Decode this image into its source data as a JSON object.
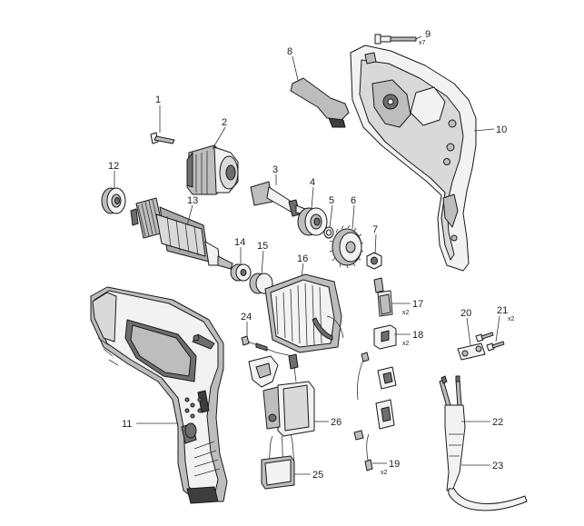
{
  "callouts": [
    {
      "id": "1",
      "label": "1"
    },
    {
      "id": "2",
      "label": "2"
    },
    {
      "id": "3",
      "label": "3"
    },
    {
      "id": "4",
      "label": "4"
    },
    {
      "id": "5",
      "label": "5"
    },
    {
      "id": "6",
      "label": "6"
    },
    {
      "id": "7",
      "label": "7"
    },
    {
      "id": "8",
      "label": "8"
    },
    {
      "id": "9",
      "label": "9",
      "qty": "x7"
    },
    {
      "id": "10",
      "label": "10"
    },
    {
      "id": "11",
      "label": "11"
    },
    {
      "id": "12",
      "label": "12"
    },
    {
      "id": "13",
      "label": "13"
    },
    {
      "id": "14",
      "label": "14"
    },
    {
      "id": "15",
      "label": "15"
    },
    {
      "id": "16",
      "label": "16"
    },
    {
      "id": "17",
      "label": "17",
      "qty": "x2"
    },
    {
      "id": "18",
      "label": "18",
      "qty": "x2"
    },
    {
      "id": "19",
      "label": "19",
      "qty": "x2"
    },
    {
      "id": "20",
      "label": "20"
    },
    {
      "id": "21",
      "label": "21",
      "qty": "x2"
    },
    {
      "id": "22",
      "label": "22"
    },
    {
      "id": "23",
      "label": "23"
    },
    {
      "id": "24",
      "label": "24"
    },
    {
      "id": "25",
      "label": "25"
    },
    {
      "id": "26",
      "label": "26"
    }
  ],
  "colors": {
    "line": "#1a1a1a",
    "fill_light": "#f2f2f2",
    "fill_mid": "#bdbdbd",
    "fill_dark": "#6e6e6e"
  }
}
